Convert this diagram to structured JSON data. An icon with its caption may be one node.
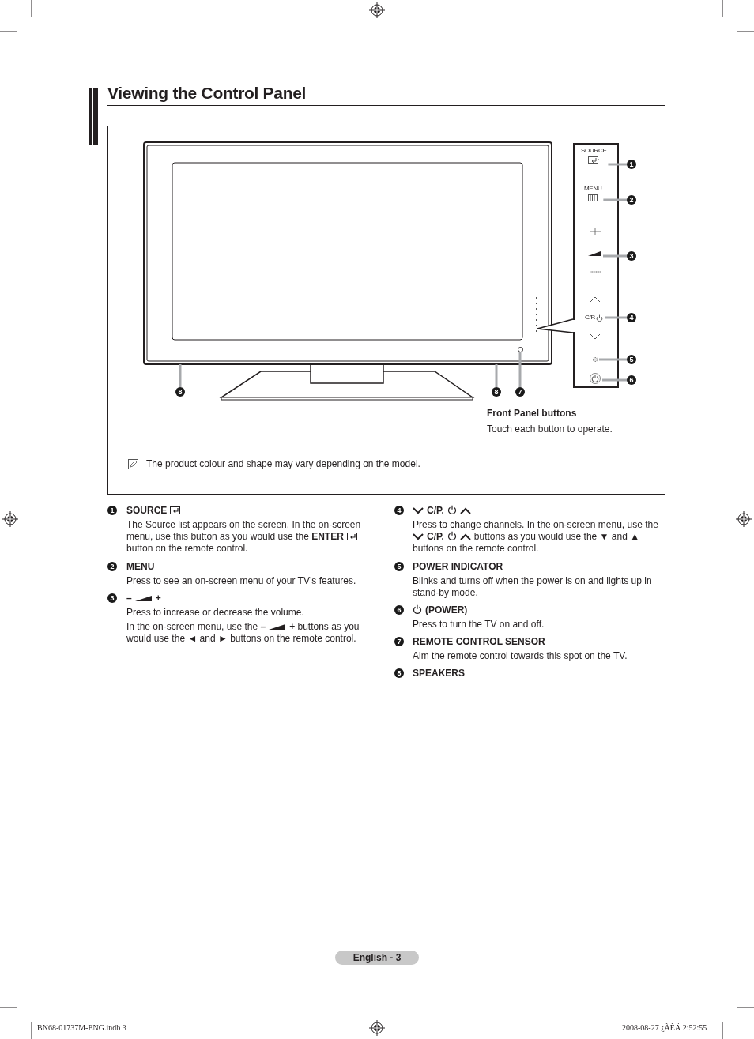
{
  "diagram": {
    "title": "Viewing the Control Panel",
    "nodes": [
      {
        "text": [
          "SOURCE"
        ]
      },
      {
        "text": [
          "1"
        ]
      },
      {
        "text": [
          "MENU"
        ]
      },
      {
        "text": [
          "2"
        ]
      },
      {
        "text": [],
        "shape": "triangle"
      },
      {
        "text": [
          "3"
        ]
      },
      {
        "text": [
          "C/P."
        ]
      },
      {
        "text": [
          "4"
        ]
      },
      {
        "text": [],
        "shape": "circle"
      },
      {
        "text": [
          "5"
        ]
      },
      {
        "text": [],
        "shape": "circle"
      },
      {
        "text": [
          "6"
        ]
      },
      {
        "text": [],
        "shape": "circle"
      },
      {
        "text": [
          "8"
        ]
      },
      {
        "text": [
          "8"
        ]
      },
      {
        "text": [
          "7"
        ]
      }
    ],
    "edges": [
      {
        "from": 1,
        "to": 0,
        "arrow": "none"
      },
      {
        "from": 3,
        "to": 2,
        "arrow": "none"
      },
      {
        "from": 5,
        "to": 4,
        "arrow": "none"
      },
      {
        "from": 7,
        "to": 6,
        "arrow": "none"
      },
      {
        "from": 9,
        "to": 8,
        "arrow": "none"
      },
      {
        "from": 11,
        "to": 10,
        "arrow": "none"
      },
      {
        "from": 13,
        "to": null,
        "arrow": "none"
      },
      {
        "from": 14,
        "to": null,
        "arrow": "none"
      },
      {
        "from": 15,
        "to": 12,
        "arrow": "none"
      }
    ],
    "labels": [
      "Front Panel buttons",
      "Touch each button to operate.",
      "The product colour and shape may vary depending on the model.",
      "1",
      "SOURCE",
      "The Source list appears on the screen. In the on-screen menu, use this button as you would use the **ENTER**",
      "button on the remote control.",
      "2",
      "MENU",
      "Press to see an on-screen menu of your TV’s features.",
      "3",
      "–",
      "+",
      "Press to increase or decrease the volume.",
      "In the on-screen menu, use the **–**",
      "**+** buttons as you would use the ◄ and ► buttons on the remote control.",
      "4",
      "C/P.",
      "Press to change channels. In the on-screen menu, use the",
      "**C/P.**",
      "buttons as you would use the ▼ and ▲ buttons on the remote control.",
      "5",
      "POWER INDICATOR",
      "Blinks and turns off when the power is on and lights up in stand-by mode.",
      "6",
      "(POWER)",
      "Press to turn the TV on and off.",
      "7",
      "REMOTE CONTROL SENSOR",
      "Aim the remote control towards this spot on the TV.",
      "8",
      "SPEAKERS",
      "English - 3",
      "BN68-01737M-ENG.indb 3",
      "2008-08-27 ¿ÀÈÄ 2:52:55"
    ]
  }
}
